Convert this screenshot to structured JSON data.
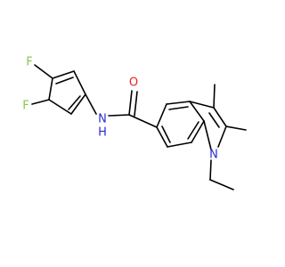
{
  "molecule": {
    "atoms": [
      {
        "id": "F1",
        "label": "F",
        "color": "#88c94b"
      },
      {
        "id": "F2",
        "label": "F",
        "color": "#88c94b"
      },
      {
        "id": "N_amide",
        "label": "N",
        "color": "#2b2bd9"
      },
      {
        "id": "H_amide",
        "label": "H",
        "color": "#2b2bd9"
      },
      {
        "id": "O",
        "label": "O",
        "color": "#e3261f"
      },
      {
        "id": "N_indole",
        "label": "N",
        "color": "#2b2bd9"
      }
    ]
  }
}
